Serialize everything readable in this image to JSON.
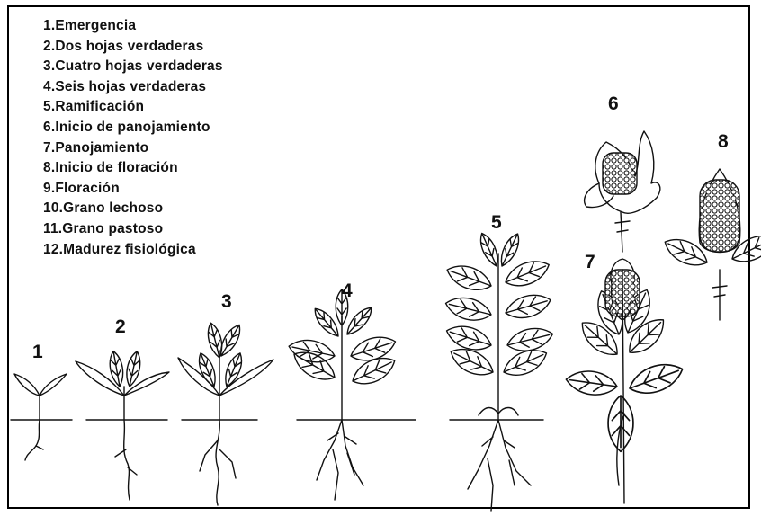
{
  "legend": [
    "1.Emergencia",
    "2.Dos hojas verdaderas",
    "3.Cuatro hojas verdaderas",
    "4.Seis hojas verdaderas",
    "5.Ramificación",
    "6.Inicio de panojamiento",
    "7.Panojamiento",
    "8.Inicio de floración",
    "9.Floración",
    "10.Grano lechoso",
    "11.Grano pastoso",
    "12.Madurez fisiológica"
  ],
  "stage_numbers": [
    "1",
    "2",
    "3",
    "4",
    "5",
    "6",
    "7",
    "8"
  ],
  "colors": {
    "line": "#111111",
    "background": "#ffffff"
  }
}
